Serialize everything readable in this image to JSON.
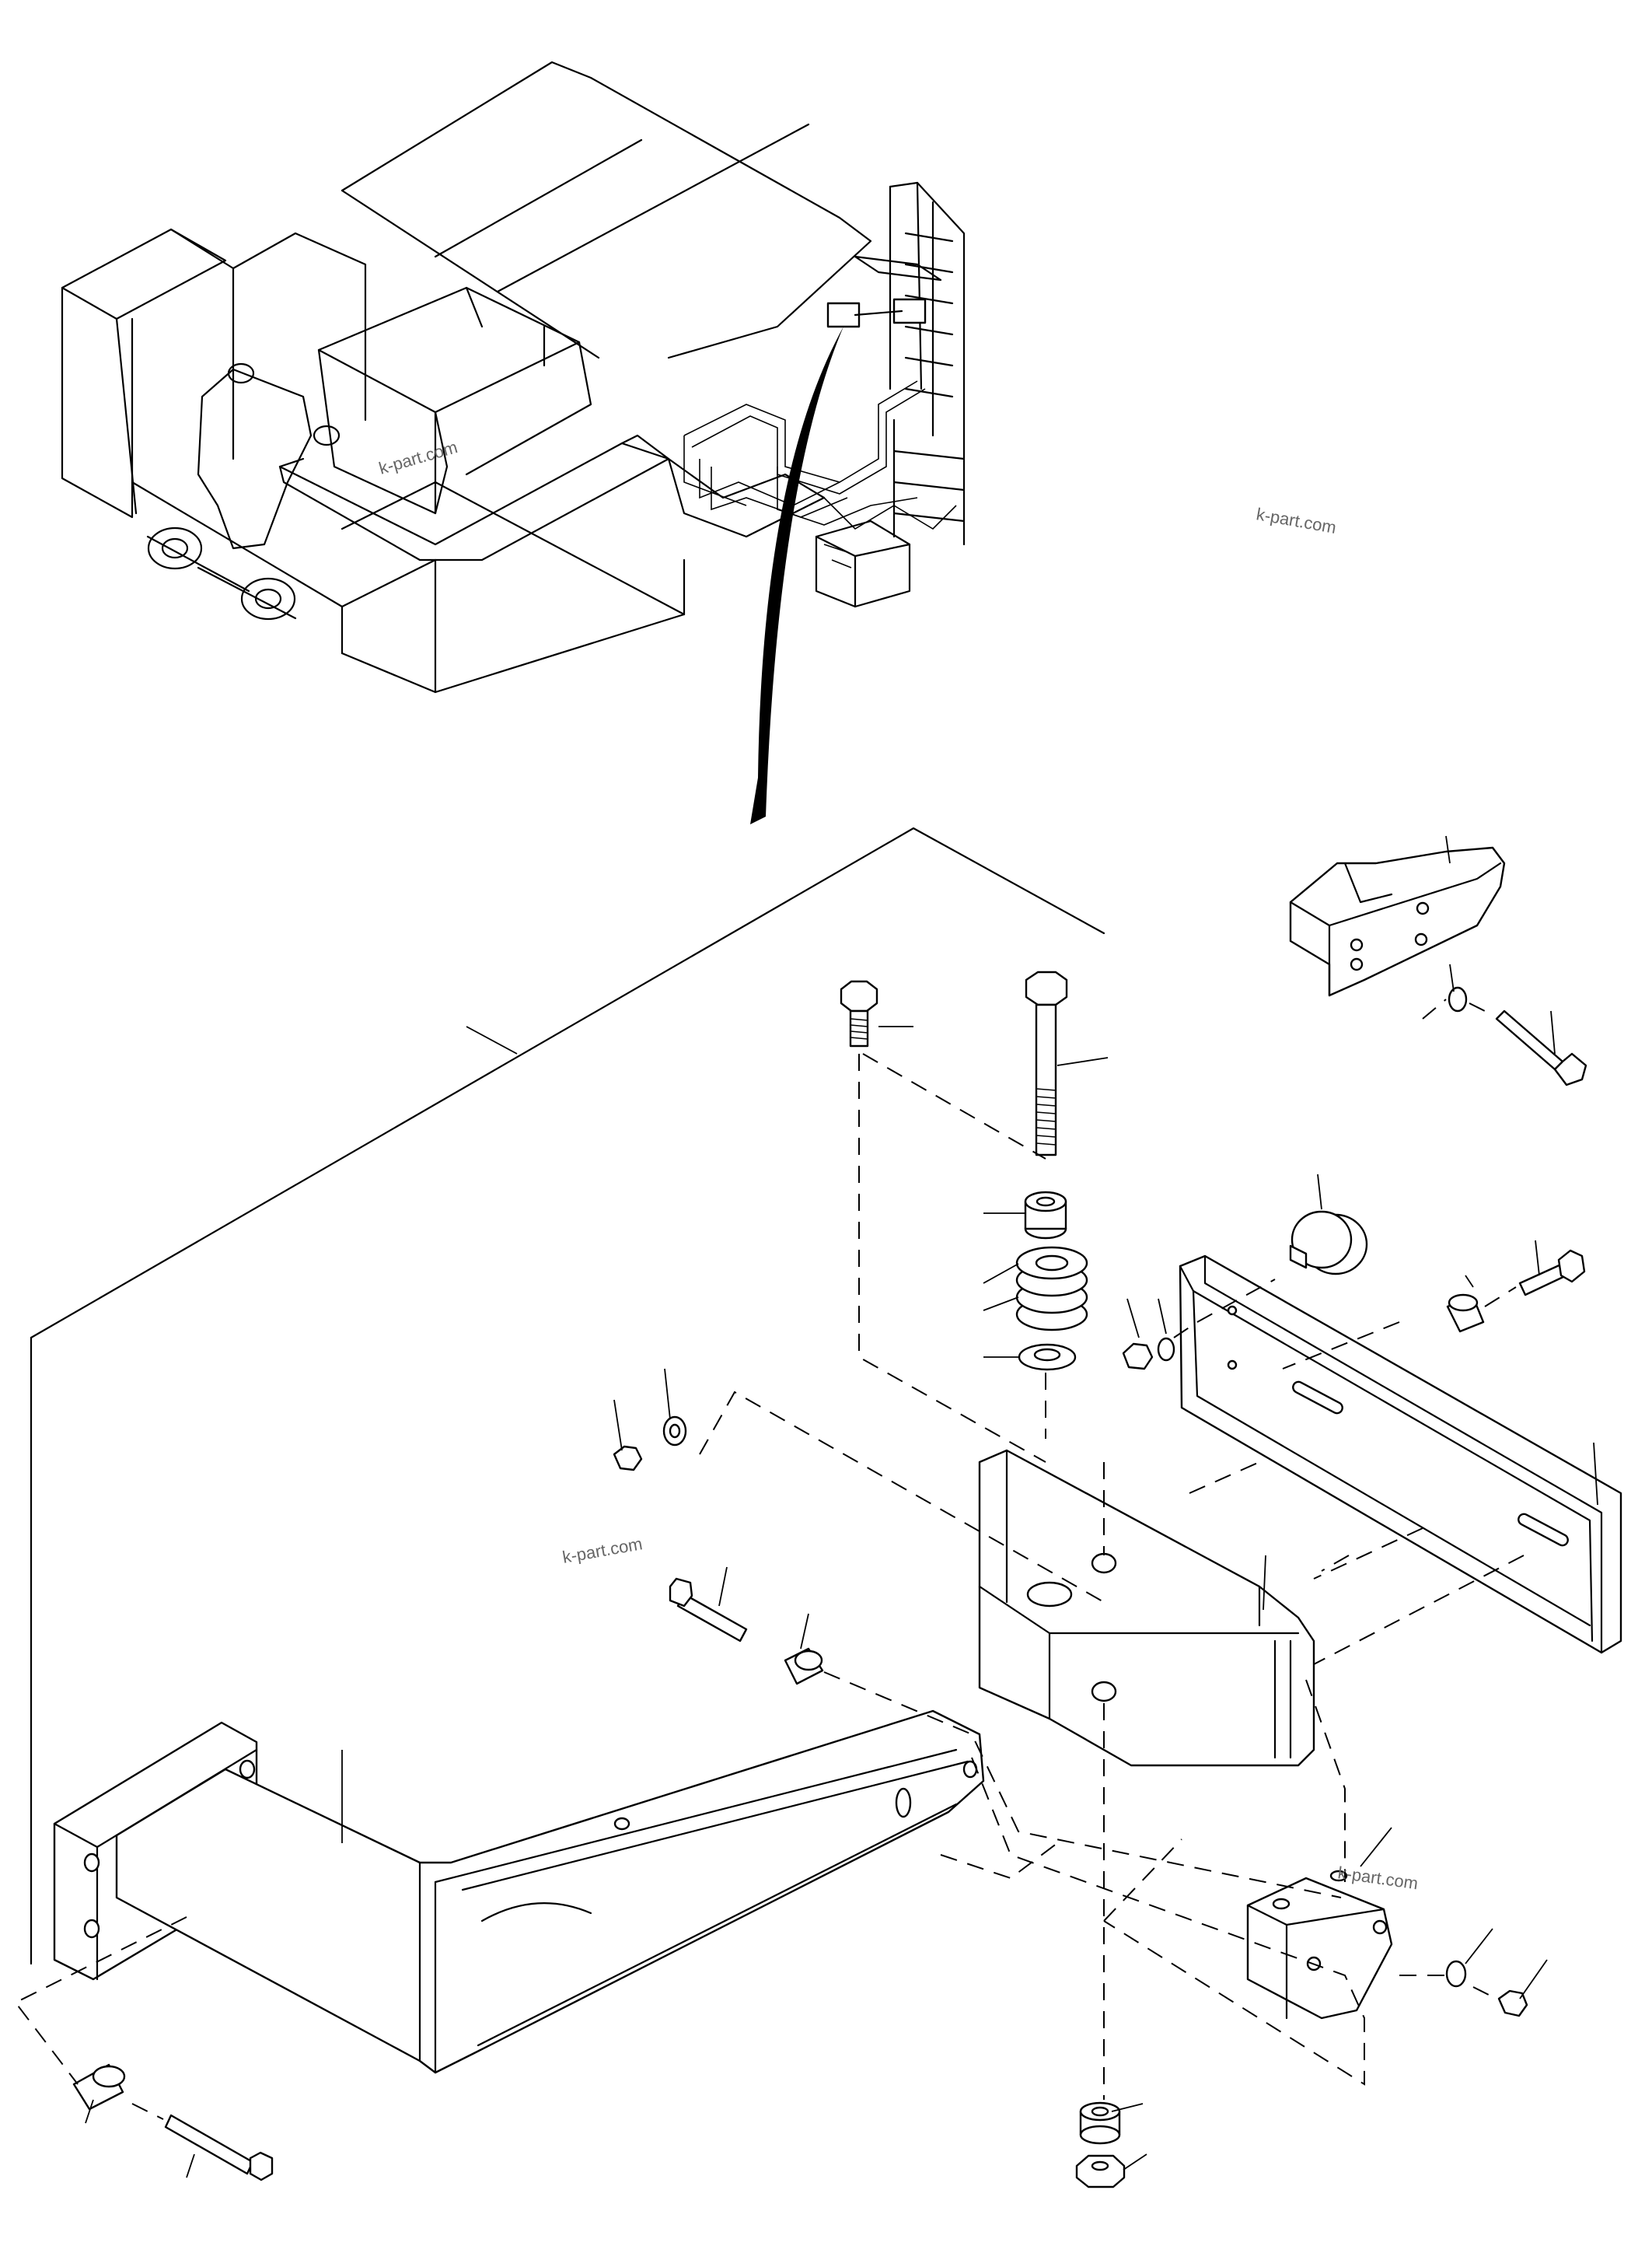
{
  "watermarks": [
    {
      "text": "k-part.com"
    },
    {
      "text": "k-part.com"
    },
    {
      "text": "k-part.com"
    },
    {
      "text": "k-part.com"
    }
  ],
  "colors": {
    "line": "#000000",
    "background": "#ffffff",
    "watermark": "#666666"
  }
}
